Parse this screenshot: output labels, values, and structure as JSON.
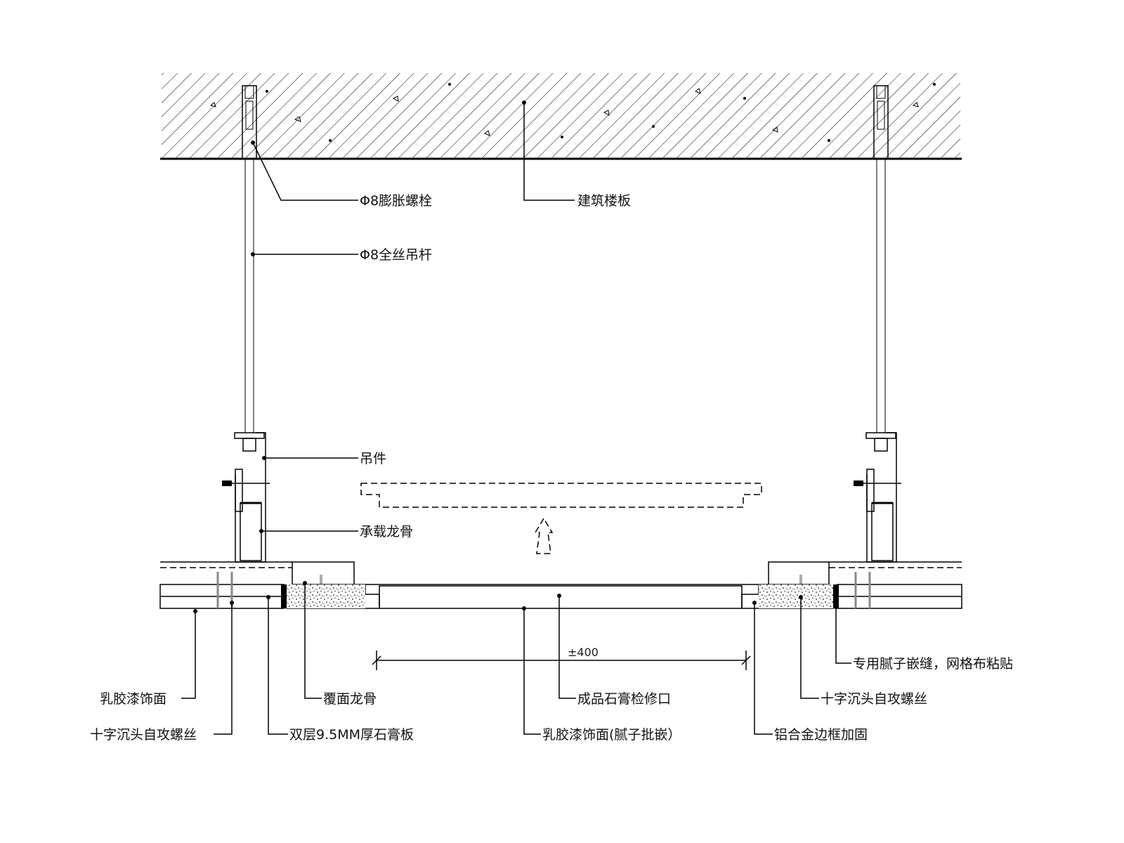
{
  "labels": {
    "expansion_bolt": "Φ8膨胀螺栓",
    "building_slab": "建筑楼板",
    "threaded_rod": "Φ8全丝吊杆",
    "hanger": "吊件",
    "main_keel": "承载龙骨",
    "dimension": "±400",
    "special_putty": "专用腻子嵌缝，网格布粘贴",
    "latex_paint_left": "乳胶漆饰面",
    "cover_keel": "覆面龙骨",
    "access_panel": "成品石膏检修口",
    "screw_right": "十字沉头自攻螺丝",
    "screw_left": "十字沉头自攻螺丝",
    "double_gypsum": "双层9.5MM厚石膏板",
    "latex_paint_putty": "乳胶漆饰面(腻子批嵌）",
    "aluminum_frame": "铝合金边框加固"
  }
}
